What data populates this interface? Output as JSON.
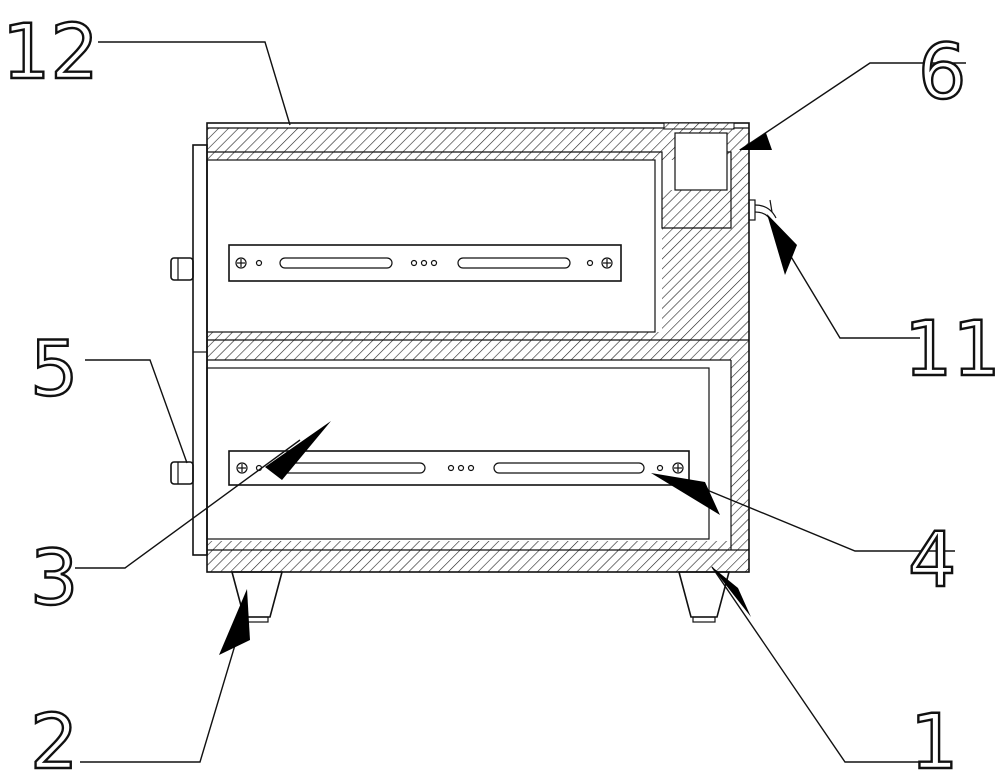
{
  "figure": {
    "callouts": [
      {
        "id": "1",
        "label": "1"
      },
      {
        "id": "2",
        "label": "2"
      },
      {
        "id": "3",
        "label": "3"
      },
      {
        "id": "4",
        "label": "4"
      },
      {
        "id": "5",
        "label": "5"
      },
      {
        "id": "6",
        "label": "6"
      },
      {
        "id": "11",
        "label": "11"
      },
      {
        "id": "12",
        "label": "12"
      }
    ]
  }
}
